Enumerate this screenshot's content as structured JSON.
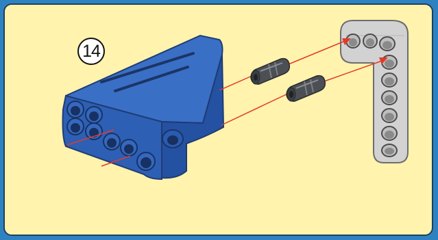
{
  "step": {
    "number": "14"
  },
  "colors": {
    "background": "#fff3ad",
    "frame": "#2f82c2",
    "block": "#2d5fb5",
    "beam": "#d4d4d4",
    "pin": "#45484c",
    "guide_line": "#e23a2a"
  },
  "icons": [
    "blue-panel-block",
    "connector-pin",
    "gray-l-beam",
    "red-guide-arrows"
  ]
}
